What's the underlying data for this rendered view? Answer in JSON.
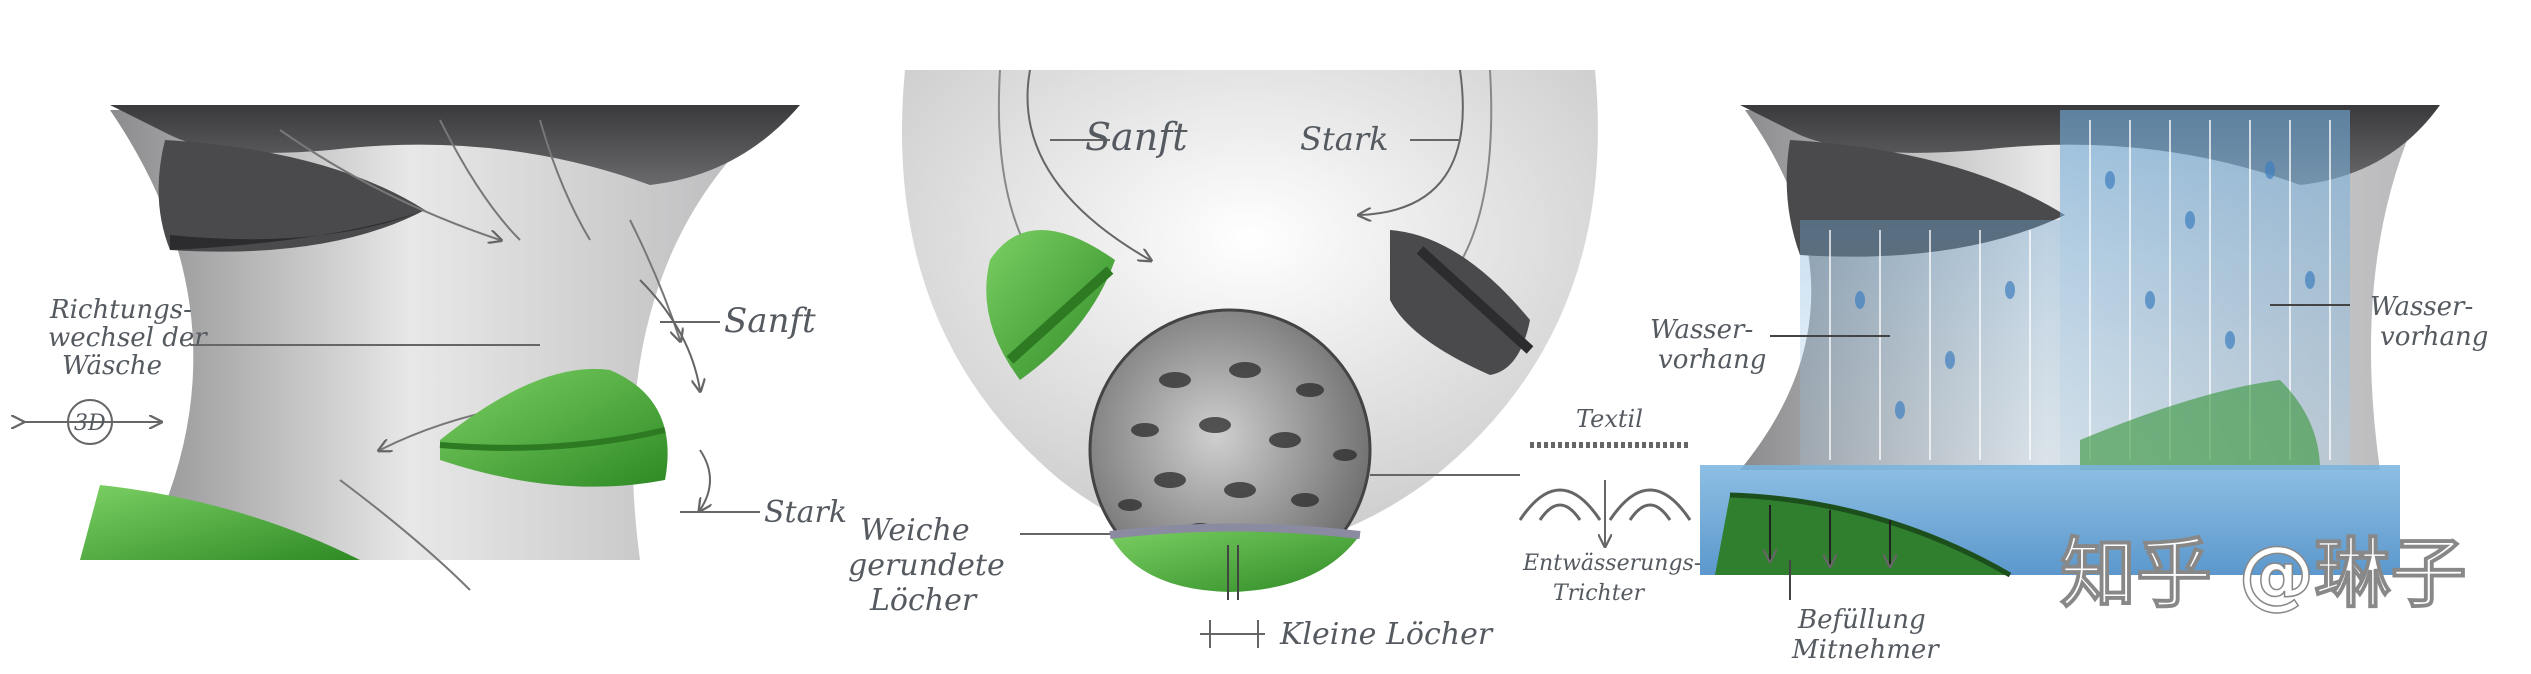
{
  "panel1": {
    "label_richtung": [
      "Richtungs-",
      "wechsel der",
      "Wäsche"
    ],
    "label_3d": "3D",
    "label_sanft": "Sanft",
    "label_stark": "Stark"
  },
  "panel2": {
    "label_sanft": "Sanft",
    "label_stark": "Stark",
    "label_weiche": [
      "Weiche",
      "gerundete",
      "Löcher"
    ],
    "label_textil": "Textil",
    "label_trichter": [
      "Entwässerungs-",
      "Trichter"
    ],
    "label_kleine": "Kleine Löcher"
  },
  "panel3": {
    "label_wasser_left": [
      "Wasser-",
      "vorhang"
    ],
    "label_wasser_right": [
      "Wasser-",
      "vorhang"
    ],
    "label_befuellung": [
      "Befüllung",
      "Mitnehmer"
    ]
  },
  "watermark": "知乎 @琳子",
  "colors": {
    "green": "#4cae3c",
    "dark_green": "#2d7a22",
    "grey_drum": "#5a5a5c",
    "water": "#7fb6dc"
  }
}
